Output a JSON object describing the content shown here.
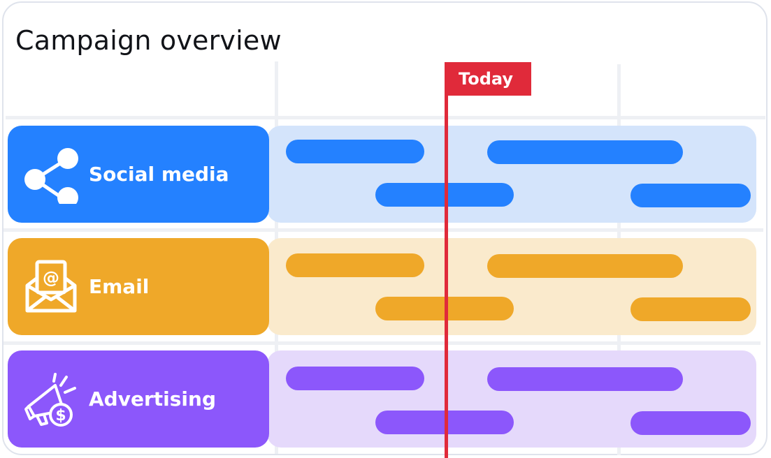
{
  "title": "Campaign overview",
  "today_label": "Today",
  "rows": [
    {
      "label": "Social media",
      "icon": "share-icon",
      "color": "#2481ff",
      "track_color": "#d4e4fb"
    },
    {
      "label": "Email",
      "icon": "email-icon",
      "color": "#efa829",
      "track_color": "#faeacc"
    },
    {
      "label": "Advertising",
      "icon": "megaphone-dollar-icon",
      "color": "#8c57fb",
      "track_color": "#e5d9fb"
    }
  ]
}
